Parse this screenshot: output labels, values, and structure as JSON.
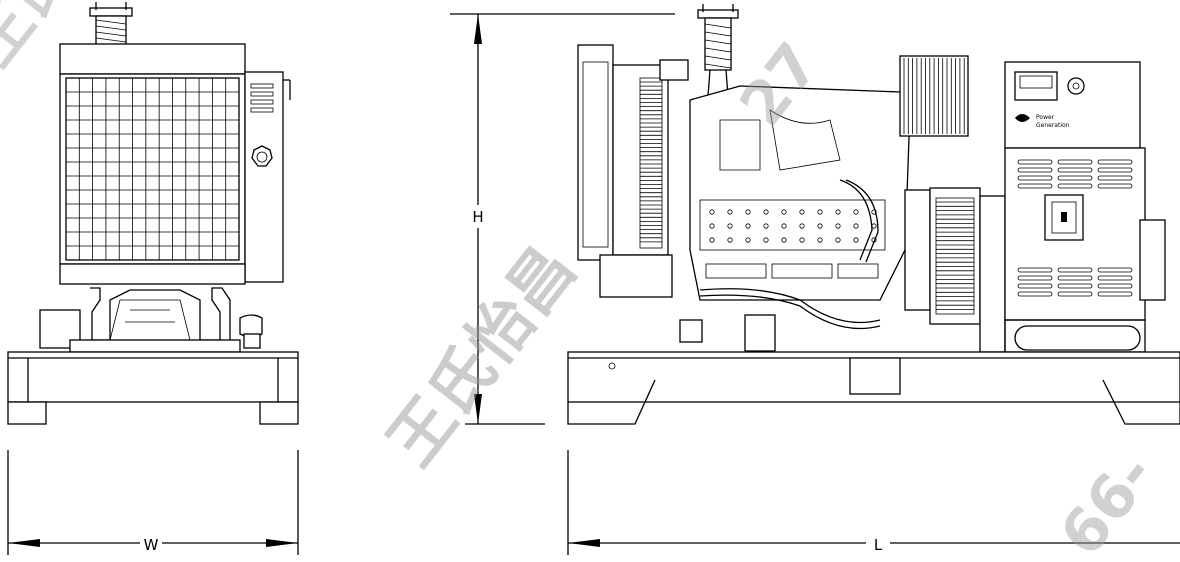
{
  "dimension_labels": {
    "width": "W",
    "height": "H",
    "length": "L"
  },
  "watermark": {
    "mark_1": "王氏怡昌",
    "mark_2": "27",
    "mark_3": "66-",
    "mark_4": "王氏"
  },
  "panel": {
    "brand_line_1": "Power",
    "brand_line_2": "Generation"
  },
  "colors": {
    "ink": "#000000",
    "watermark": "#9a9a9a",
    "background": "#ffffff"
  }
}
